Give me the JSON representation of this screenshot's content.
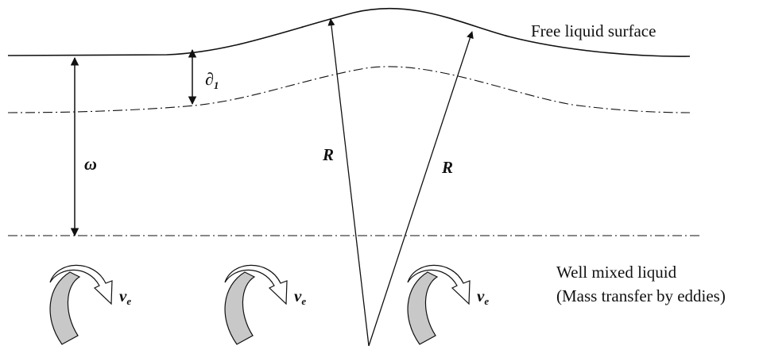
{
  "labels": {
    "free_surface": "Free liquid surface",
    "well_mixed_line1": "Well mixed liquid",
    "well_mixed_line2": "(Mass transfer by eddies)"
  },
  "symbols": {
    "film_thickness": "∂",
    "film_thickness_subscript": "1",
    "omega": "ω",
    "radius_left": "R",
    "radius_right": "R",
    "eddy_velocity_main": "v",
    "eddy_velocity_subscript": "e"
  },
  "colors": {
    "line": "#111111",
    "eddy_fill": "#c8c8c8"
  }
}
